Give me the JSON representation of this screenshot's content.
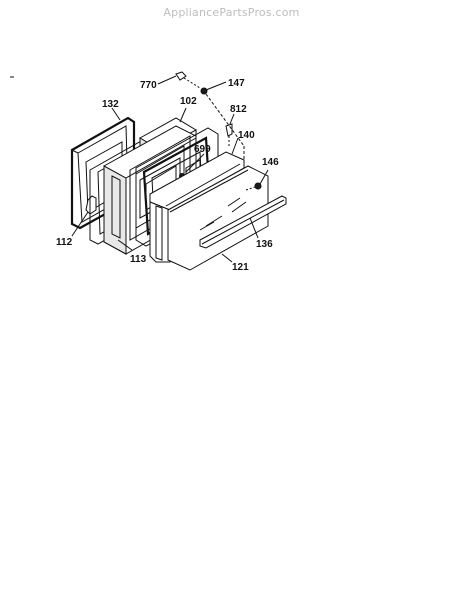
{
  "watermark": "AppliancePartsPros.com",
  "parts": {
    "p770": "770",
    "p147": "147",
    "p132": "132",
    "p102": "102",
    "p812": "812",
    "p699": "699",
    "p140": "140",
    "p146": "146",
    "p112": "112",
    "p113": "113",
    "p136": "136",
    "p121": "121"
  }
}
